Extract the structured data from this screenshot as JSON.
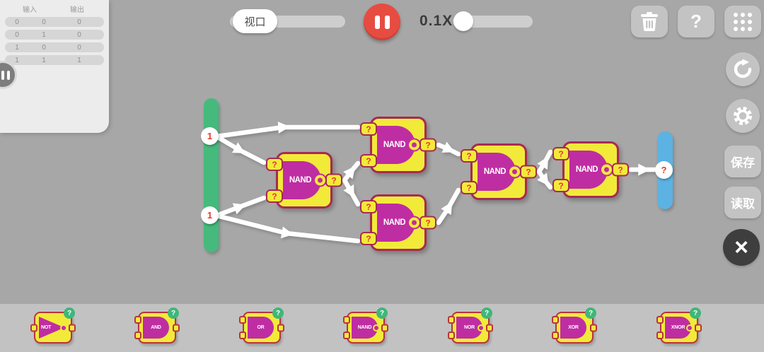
{
  "truth_table": {
    "input_header": "输入",
    "output_header": "输出",
    "rows": [
      [
        "0",
        "0",
        "0"
      ],
      [
        "0",
        "1",
        "0"
      ],
      [
        "1",
        "0",
        "0"
      ],
      [
        "1",
        "1",
        "1"
      ]
    ]
  },
  "top_bar": {
    "viewport_label": "视口",
    "speed_label": "0.1X"
  },
  "right_toolbar": {
    "help_label": "?",
    "save_label": "保存",
    "load_label": "读取",
    "close_label": "×"
  },
  "circuit": {
    "inputs": [
      {
        "value": "1"
      },
      {
        "value": "1"
      }
    ],
    "output": {
      "value": "?"
    },
    "gates": [
      {
        "type": "NAND",
        "label": "NAND",
        "in1": "?",
        "in2": "?",
        "out": "?"
      },
      {
        "type": "NAND",
        "label": "NAND",
        "in1": "?",
        "in2": "?",
        "out": "?"
      },
      {
        "type": "NAND",
        "label": "NAND",
        "in1": "?",
        "in2": "?",
        "out": "?"
      },
      {
        "type": "NAND",
        "label": "NAND",
        "in1": "?",
        "in2": "?",
        "out": "?"
      },
      {
        "type": "NAND",
        "label": "NAND",
        "in1": "?",
        "in2": "?",
        "out": "?"
      }
    ]
  },
  "palette": {
    "badge": "?",
    "items": [
      {
        "type": "not",
        "label": "NOT"
      },
      {
        "type": "and",
        "label": "AND"
      },
      {
        "type": "or",
        "label": "OR"
      },
      {
        "type": "nand",
        "label": "NAND"
      },
      {
        "type": "nor",
        "label": "NOR"
      },
      {
        "type": "xor",
        "label": "XOR"
      },
      {
        "type": "xnor",
        "label": "XNOR"
      }
    ]
  },
  "colors": {
    "canvas_bg": "#a7a7a7",
    "palette_bg": "#c2c2c2",
    "gate_yellow": "#f2ea39",
    "gate_border": "#a62a52",
    "gate_magenta": "#bf2da2",
    "port_text_red": "#e23b2e",
    "input_bar_green": "#45ba7c",
    "output_bar_blue": "#5cb3e3",
    "pause_red": "#e74c41",
    "badge_green": "#3fb77a",
    "wire_white": "#ffffff"
  }
}
